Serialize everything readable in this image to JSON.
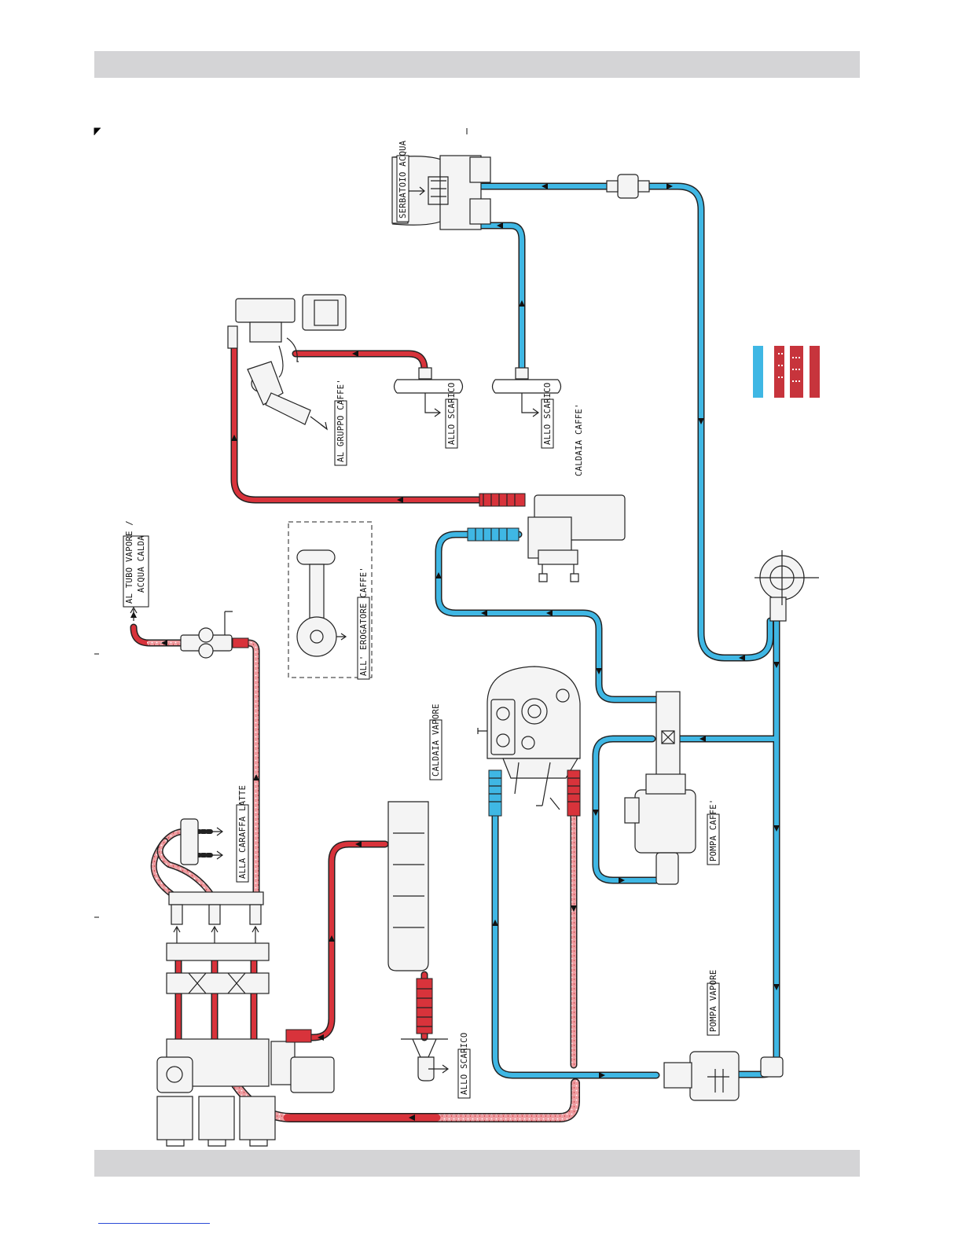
{
  "colors": {
    "cold_water": "#3fb7e4",
    "hot_water": "#d8333b",
    "mixed_line": "#e8858a",
    "band": "#d4d4d6",
    "outline": "#222222"
  },
  "labels": {
    "serbatoio_acqua": "SERBATOIO ACQUA",
    "al_gruppo_caffe": "AL GRUPPO CAFFE'",
    "allo_scarico_1": "ALLO SCARICO",
    "allo_scarico_2": "ALLO SCARICO",
    "caldaia_caffe": "CALDAIA CAFFE'",
    "al_tubo_vapore_1": "AL TUBO VAPORE /",
    "al_tubo_vapore_2": "ACQUA CALDA",
    "all_erogatore_caffe": "ALL' EROGATORE CAFFE'",
    "caldaia_vapore": "CALDAIA VAPORE",
    "alla_caraffa_latte": "ALLA CARAFFA LATTE",
    "pompa_caffe": "POMPA CAFFE'",
    "pompa_vapore": "POMPA VAPORE",
    "allo_scarico_3": "ALLO SCARICO"
  }
}
